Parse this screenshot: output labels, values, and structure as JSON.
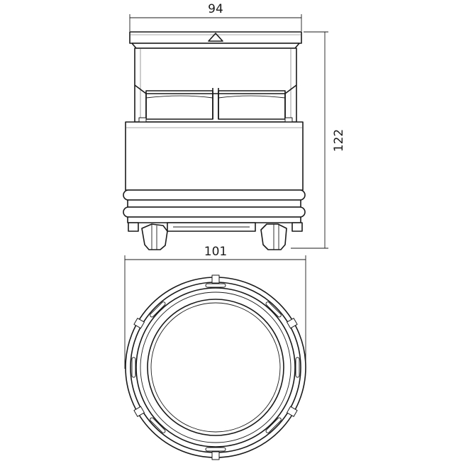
{
  "dimensions": {
    "top_width": "94",
    "height": "122",
    "bottom_diameter": "101"
  },
  "colors": {
    "line": "#1a1a1a",
    "background": "#ffffff"
  }
}
